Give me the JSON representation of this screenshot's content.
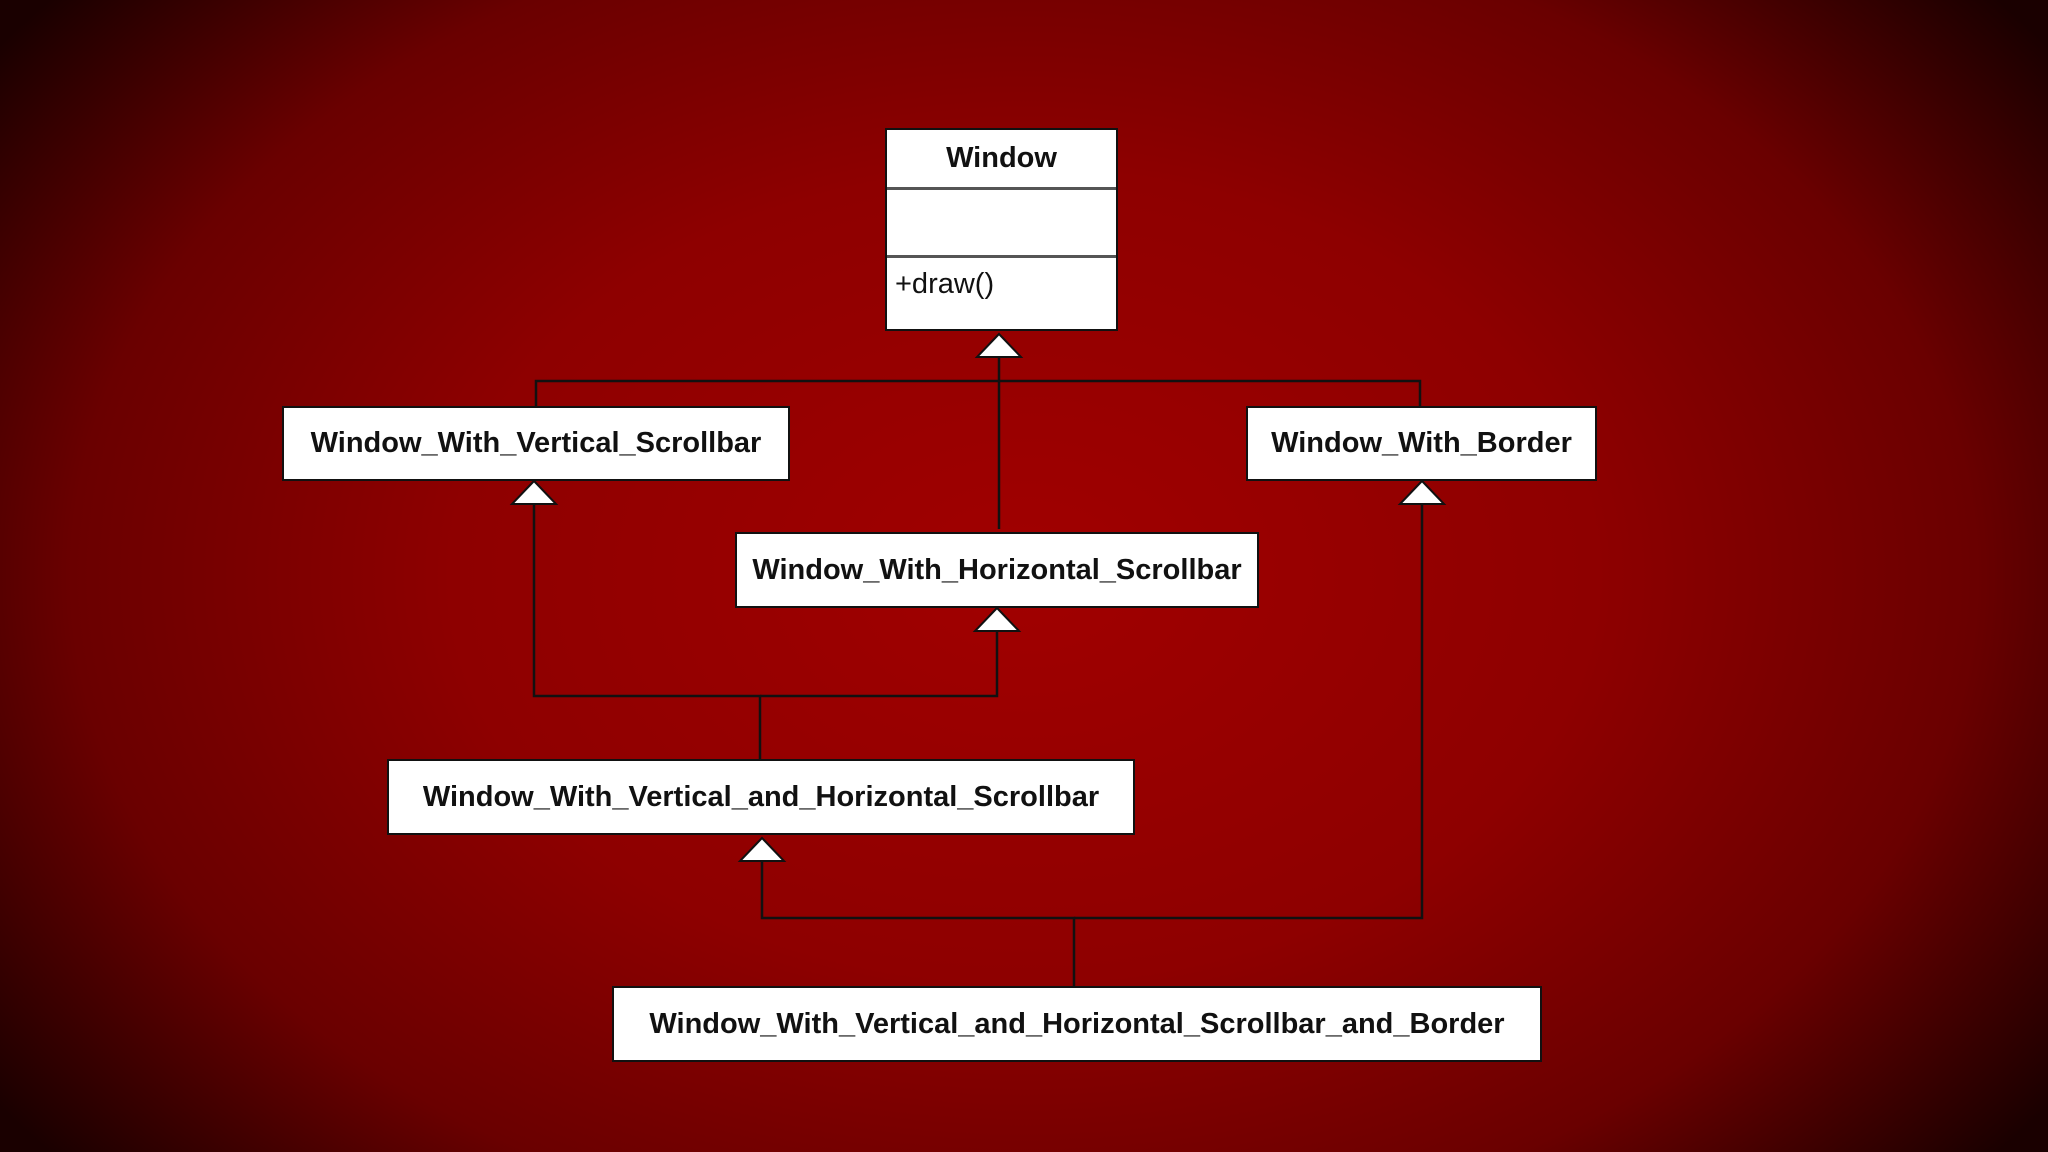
{
  "diagram": {
    "base_class": {
      "name": "Window",
      "attributes": [],
      "operations": [
        "+draw()"
      ]
    },
    "classes": {
      "vertical_scrollbar": "Window_With_Vertical_Scrollbar",
      "border": "Window_With_Border",
      "horizontal_scrollbar": "Window_With_Horizontal_Scrollbar",
      "vertical_and_horizontal": "Window_With_Vertical_and_Horizontal_Scrollbar",
      "vertical_horizontal_border": "Window_With_Vertical_and_Horizontal_Scrollbar_and_Border"
    },
    "relationships": [
      {
        "type": "generalization",
        "child": "Window_With_Vertical_Scrollbar",
        "parent": "Window"
      },
      {
        "type": "generalization",
        "child": "Window_With_Horizontal_Scrollbar",
        "parent": "Window"
      },
      {
        "type": "generalization",
        "child": "Window_With_Border",
        "parent": "Window"
      },
      {
        "type": "generalization",
        "child": "Window_With_Vertical_and_Horizontal_Scrollbar",
        "parent": "Window_With_Vertical_Scrollbar"
      },
      {
        "type": "generalization",
        "child": "Window_With_Vertical_and_Horizontal_Scrollbar",
        "parent": "Window_With_Horizontal_Scrollbar"
      },
      {
        "type": "generalization",
        "child": "Window_With_Vertical_and_Horizontal_Scrollbar_and_Border",
        "parent": "Window_With_Vertical_and_Horizontal_Scrollbar"
      },
      {
        "type": "generalization",
        "child": "Window_With_Vertical_and_Horizontal_Scrollbar_and_Border",
        "parent": "Window_With_Border"
      }
    ],
    "colors": {
      "background_center": "#a10000",
      "background_edge": "#1a0000",
      "box_fill": "#ffffff",
      "line": "#111111"
    }
  }
}
